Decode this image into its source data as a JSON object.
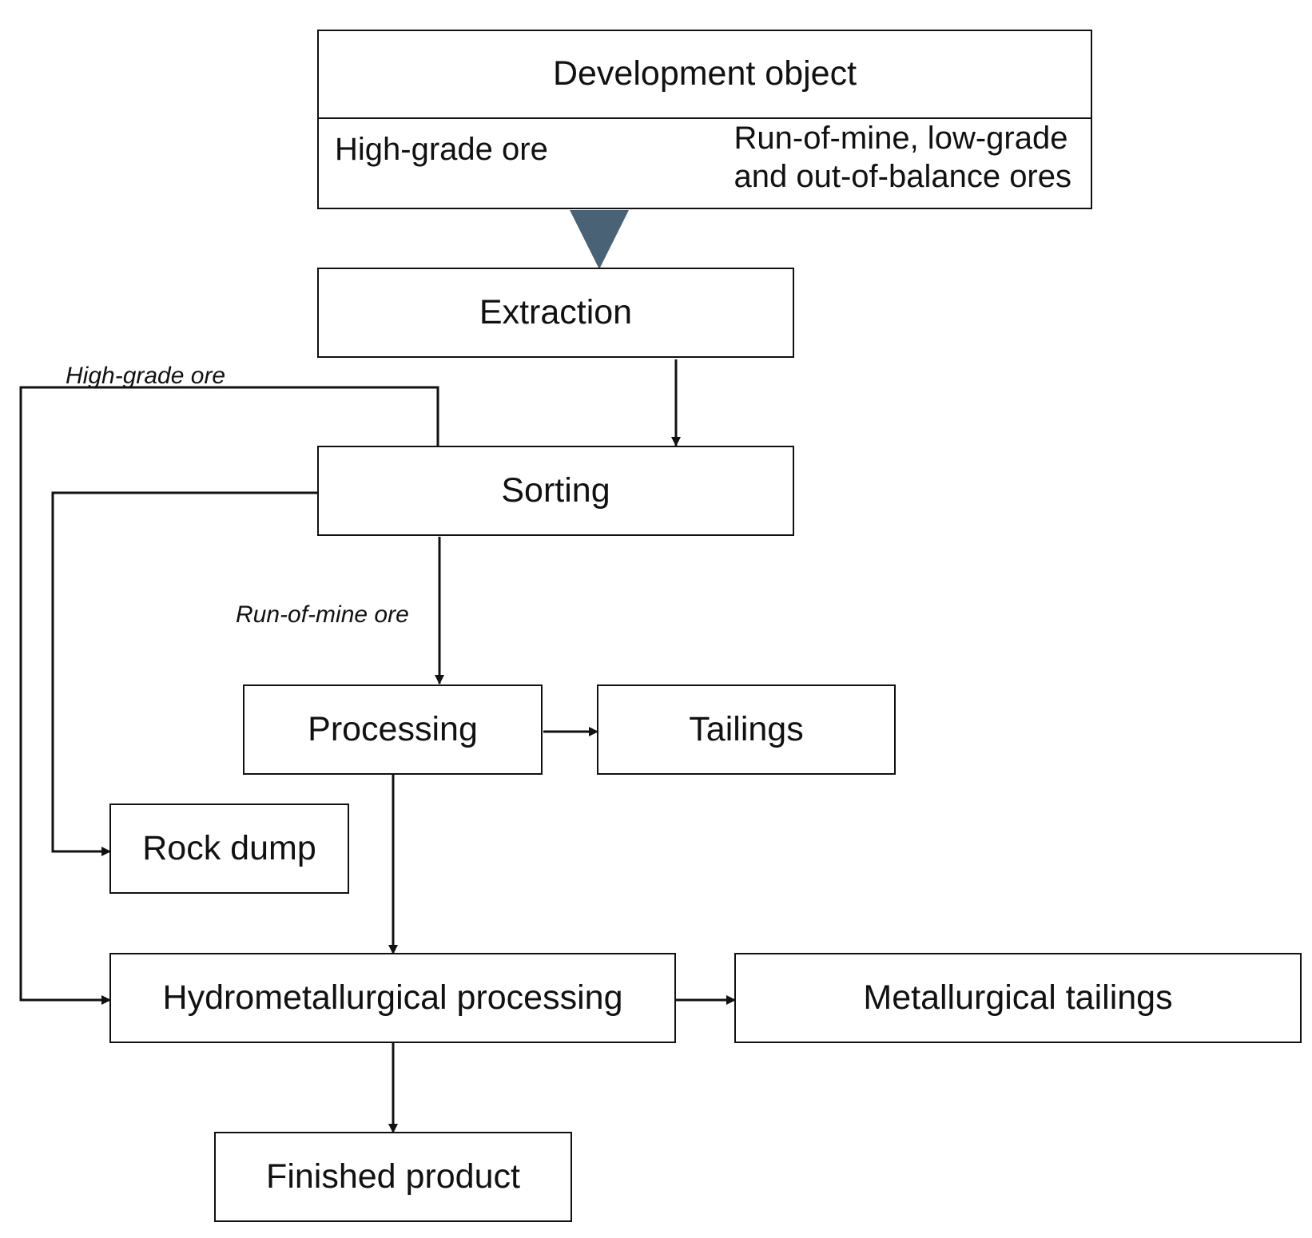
{
  "nodes": {
    "development_object": "Development object",
    "high_grade_ore_source": "High-grade ore",
    "run_of_mine_low_grade": "Run-of-mine, low-grade\nand out-of-balance ores",
    "extraction": "Extraction",
    "sorting": "Sorting",
    "processing": "Processing",
    "tailings": "Tailings",
    "rock_dump": "Rock dump",
    "hydrometallurgical_processing": "Hydrometallurgical processing",
    "metallurgical_tailings": "Metallurgical tailings",
    "finished_product": "Finished product"
  },
  "edge_labels": {
    "high_grade_ore": "High-grade ore",
    "run_of_mine_ore": "Run-of-mine ore"
  },
  "colors": {
    "line": "#111111",
    "funnel": "#4a6275"
  }
}
